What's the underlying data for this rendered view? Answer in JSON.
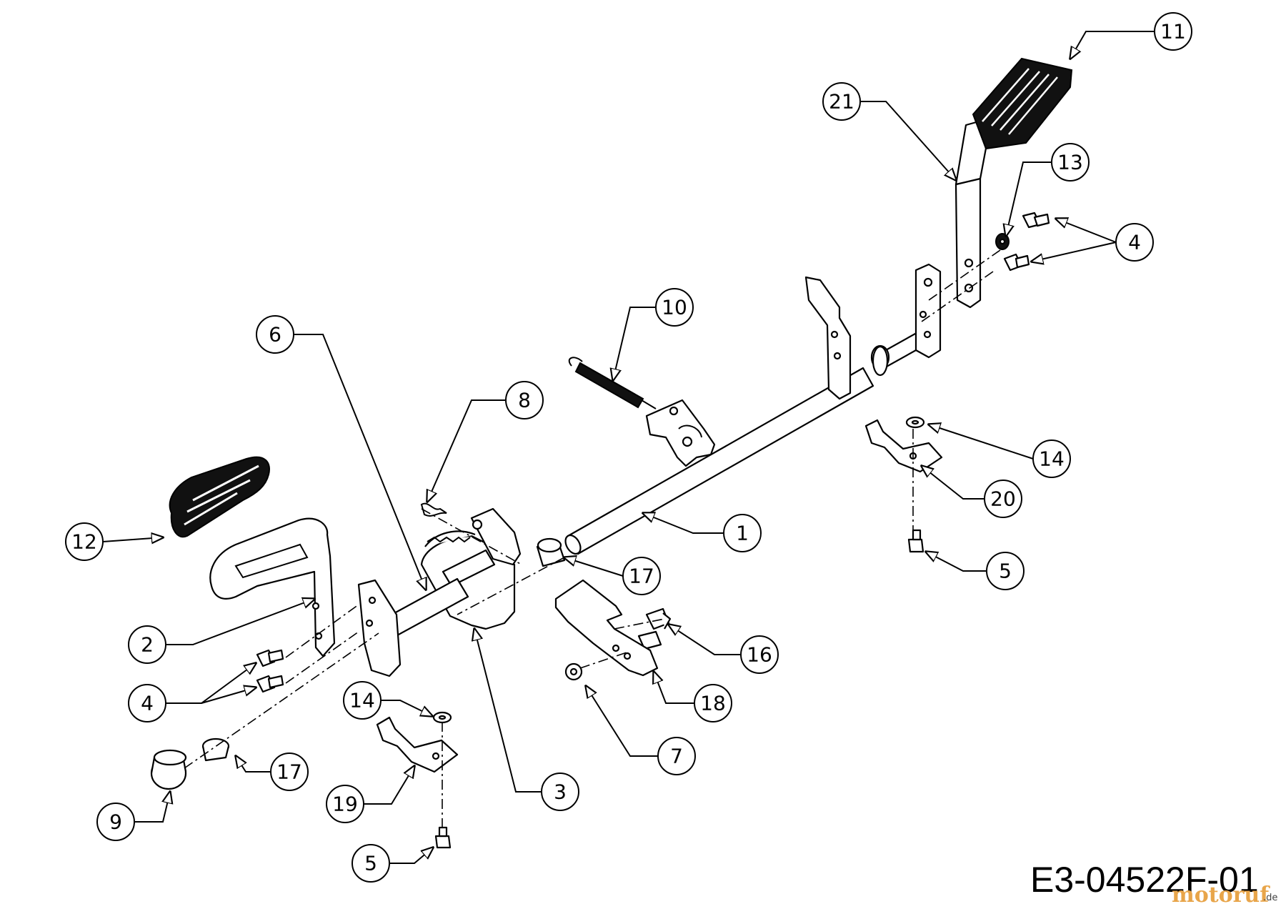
{
  "diagram": {
    "reference_code": "E3-04522F-01",
    "watermark": {
      "brand": "motoruf",
      "suffix": ".de"
    },
    "callouts": [
      {
        "label": "11"
      },
      {
        "label": "21"
      },
      {
        "label": "13"
      },
      {
        "label": "4"
      },
      {
        "label": "10"
      },
      {
        "label": "6"
      },
      {
        "label": "8"
      },
      {
        "label": "14"
      },
      {
        "label": "20"
      },
      {
        "label": "12"
      },
      {
        "label": "1"
      },
      {
        "label": "17"
      },
      {
        "label": "5"
      },
      {
        "label": "2"
      },
      {
        "label": "16"
      },
      {
        "label": "4"
      },
      {
        "label": "18"
      },
      {
        "label": "14"
      },
      {
        "label": "7"
      },
      {
        "label": "17"
      },
      {
        "label": "3"
      },
      {
        "label": "19"
      },
      {
        "label": "9"
      },
      {
        "label": "5"
      }
    ]
  }
}
